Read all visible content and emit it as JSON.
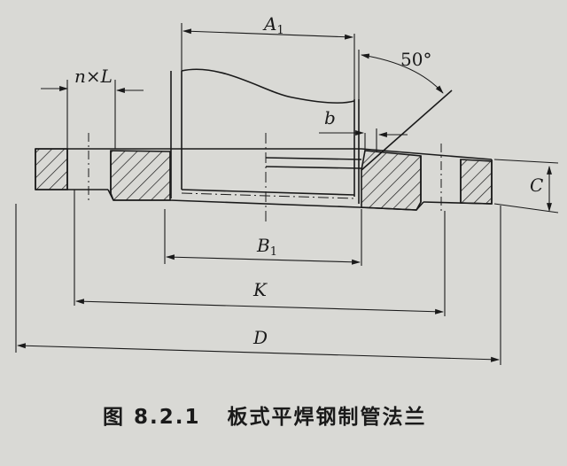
{
  "labels": {
    "A": "A",
    "A_sub": "1",
    "nL_n": "n",
    "nL_x": "×",
    "nL_L": "L",
    "angle": "50°",
    "b": "b",
    "C": "C",
    "B": "B",
    "B_sub": "1",
    "K": "K",
    "D": "D"
  },
  "caption": "图 8.2.1   板式平焊钢制管法兰",
  "colors": {
    "background": "#d9d9d5",
    "ink": "#1a1a1a"
  }
}
